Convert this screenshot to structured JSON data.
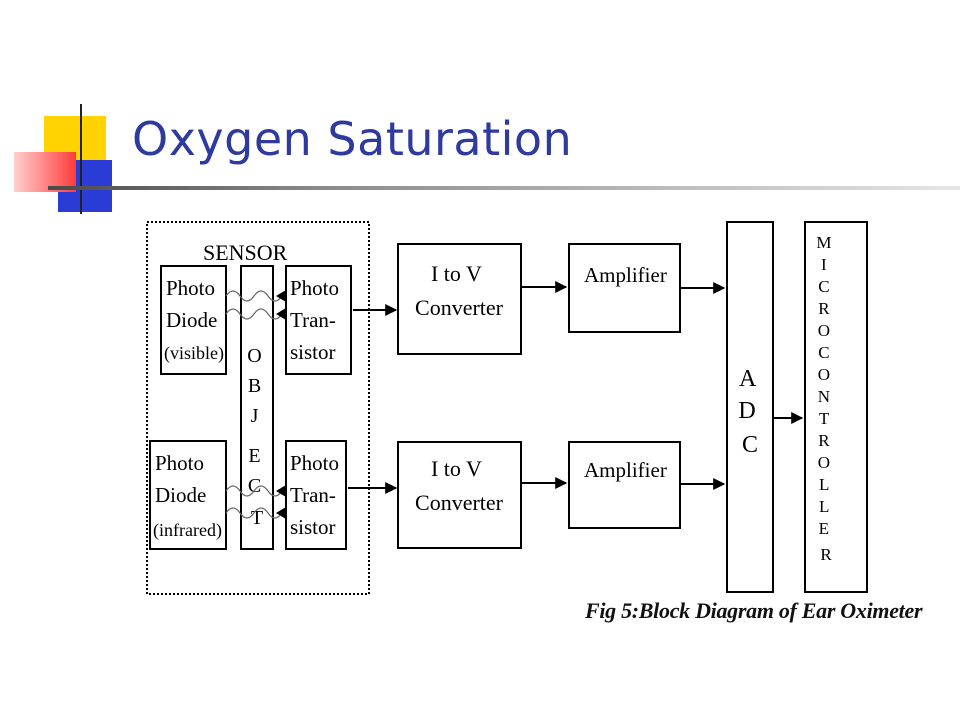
{
  "slide": {
    "title": "Oxygen Saturation",
    "accent_colors": {
      "yellow": "#ffd200",
      "blue": "#2b3bd6",
      "red": "#ff3b3b",
      "title_blue": "#2f3aa0"
    }
  },
  "diagram": {
    "sensor_label": "SENSOR",
    "object_letters": [
      "O",
      "B",
      "J",
      "E",
      "C",
      "T"
    ],
    "photodiode_visible": [
      "Photo",
      "Diode",
      "(visible)"
    ],
    "photodiode_infrared": [
      "Photo",
      "Diode",
      "(infrared)"
    ],
    "phototransistor": [
      "Photo",
      "Tran-",
      "sistor"
    ],
    "converter": [
      "I to V",
      "Converter"
    ],
    "amplifier": "Amplifier",
    "adc_letters": [
      "A",
      "D",
      "C"
    ],
    "microcontroller_letters": [
      "M",
      "I",
      "C",
      "R",
      "O",
      "C",
      "O",
      "N",
      "T",
      "R",
      "O",
      "L",
      "L",
      "E",
      "R"
    ],
    "caption": "Fig 5:Block Diagram of Ear Oximeter"
  }
}
